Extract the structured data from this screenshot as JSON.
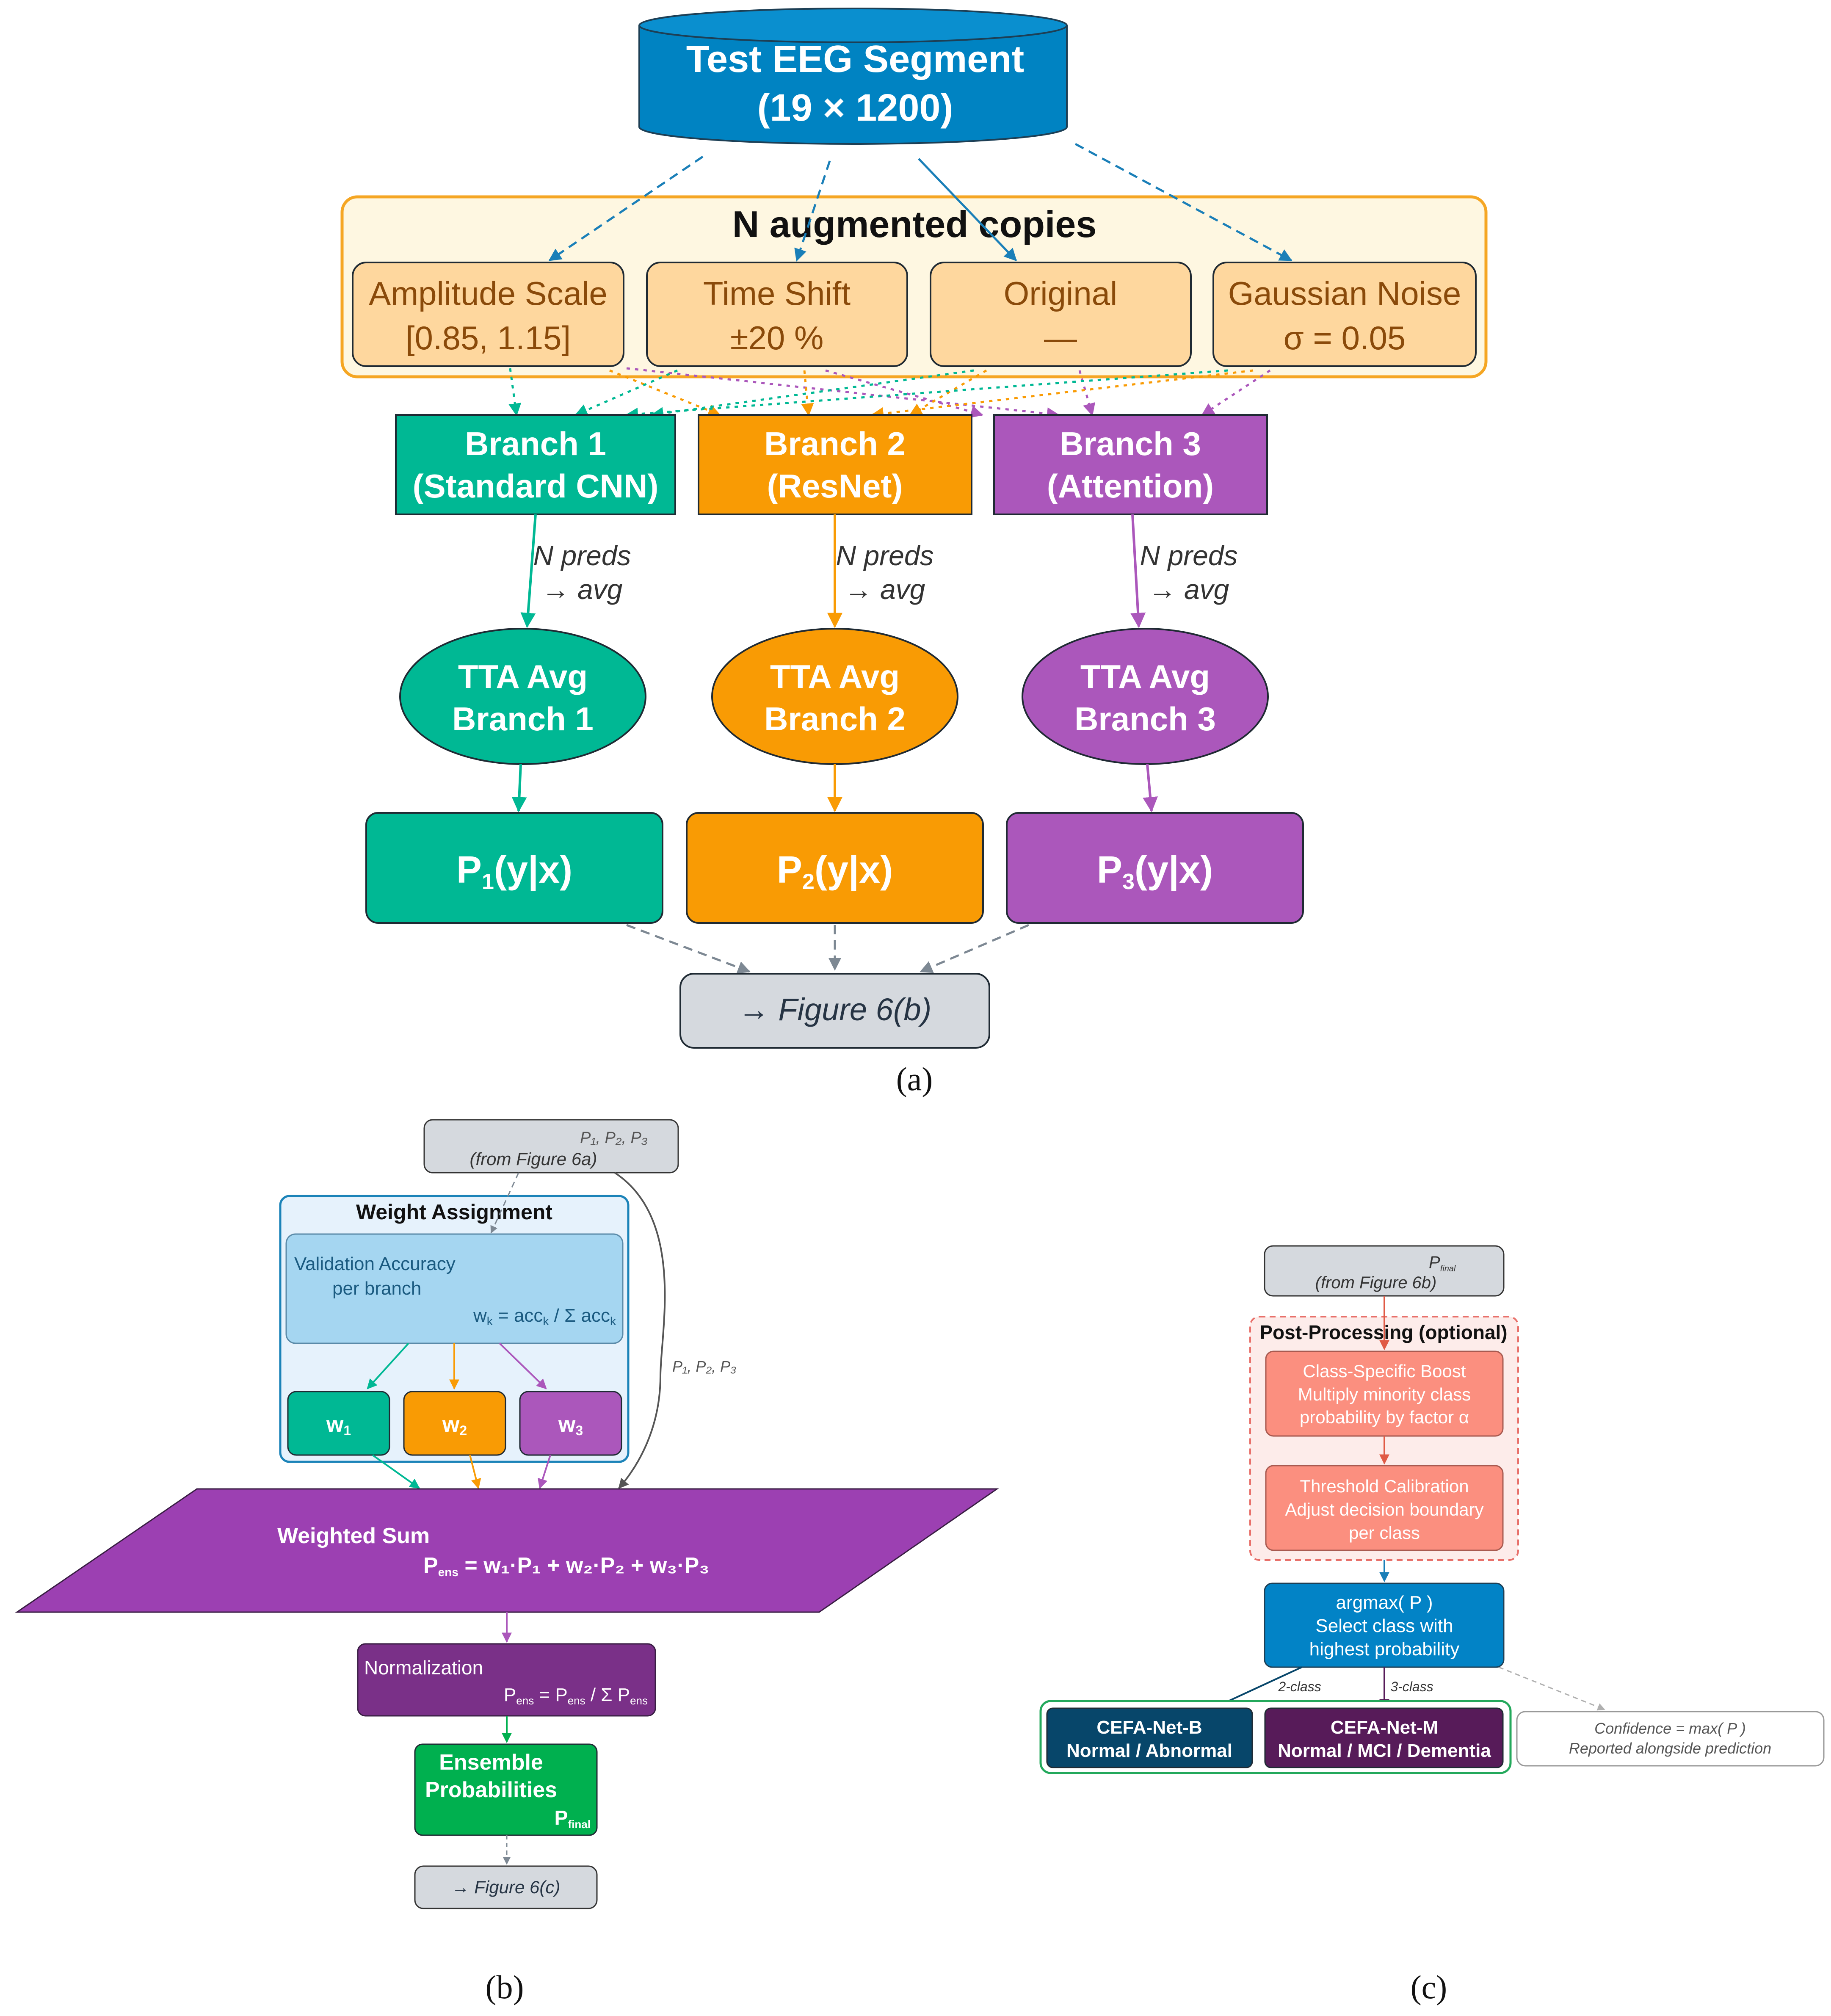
{
  "colors": {
    "blue": "#0083c2",
    "teal": "#00b894",
    "orange": "#f99b04",
    "purple": "#ab57bb",
    "cream_bg": "#fef7e1",
    "cream_border": "#f5a623",
    "aug_fill": "#fed79e",
    "aug_text": "#8a4a0a",
    "gray_box": "#d5d9de",
    "weighted_sum": "#9c40b2",
    "normalization": "#7a3088",
    "ensemble": "#00b04f",
    "light_blue_panel": "#e6f2fc",
    "val_acc_fill": "#a5d6f1",
    "salmon": "#fb8f7f",
    "argmax_blue": "#0283c6",
    "cefa_b": "#07466a",
    "cefa_m": "#571b59",
    "green_border": "#23a85b"
  },
  "panel_a": {
    "source": {
      "line1": "Test EEG Segment",
      "line2": "(19 × 1200)"
    },
    "augmented": {
      "title": "N augmented copies",
      "items": [
        {
          "line1": "Amplitude Scale",
          "line2": "[0.85, 1.15]"
        },
        {
          "line1": "Time Shift",
          "line2": "±20 %"
        },
        {
          "line1": "Original",
          "line2": "—"
        },
        {
          "line1": "Gaussian Noise",
          "line2": "σ = 0.05"
        }
      ]
    },
    "branches": [
      {
        "line1": "Branch 1",
        "line2": "(Standard CNN)"
      },
      {
        "line1": "Branch 2",
        "line2": "(ResNet)"
      },
      {
        "line1": "Branch 3",
        "line2": "(Attention)"
      }
    ],
    "edge_label": {
      "line1": "N preds",
      "line2": "→ avg"
    },
    "tta": [
      {
        "line1": "TTA Avg",
        "line2": "Branch 1"
      },
      {
        "line1": "TTA Avg",
        "line2": "Branch 2"
      },
      {
        "line1": "TTA Avg",
        "line2": "Branch 3"
      }
    ],
    "probs": [
      {
        "p": "P",
        "sub": "1",
        "rest": "(y|x)"
      },
      {
        "p": "P",
        "sub": "2",
        "rest": "(y|x)"
      },
      {
        "p": "P",
        "sub": "3",
        "rest": "(y|x)"
      }
    ],
    "next": "→ Figure 6(b)",
    "caption": "(a)"
  },
  "panel_b": {
    "input": {
      "line1": "P₁, P₂, P₃",
      "line2": "(from Figure 6a)"
    },
    "weight_assignment": {
      "title": "Weight Assignment",
      "val_line1": "Validation Accuracy",
      "val_line2": "per branch",
      "formula": {
        "w": "w",
        "k1": "k",
        "mid": " = acc",
        "k2": "k",
        "end": " / Σ acc",
        "k3": "k"
      }
    },
    "weights": [
      {
        "w": "w",
        "sub": "1"
      },
      {
        "w": "w",
        "sub": "2"
      },
      {
        "w": "w",
        "sub": "3"
      }
    ],
    "side_label": "P₁, P₂, P₃",
    "weighted_sum": {
      "title": "Weighted Sum",
      "formula": {
        "p": "P",
        "ens": "ens",
        "eq": " = w₁·P₁ + w₂·P₂ + w₃·P₃"
      }
    },
    "normalization": {
      "title": "Normalization",
      "formula": {
        "p": "P",
        "ens1": "ens",
        "eq": " = P",
        "ens2": "ens",
        "div": " / Σ P",
        "ens3": "ens"
      }
    },
    "ensemble": {
      "line1": "Ensemble",
      "line2": "Probabilities",
      "p": "P",
      "final": "final"
    },
    "next": "→ Figure 6(c)",
    "caption": "(b)"
  },
  "panel_c": {
    "input": {
      "p": "P",
      "final": "final",
      "line2": "(from Figure 6b)"
    },
    "post_processing": {
      "title": "Post-Processing  (optional)",
      "boost": [
        "Class-Specific Boost",
        "Multiply minority class",
        "probability by factor α"
      ],
      "threshold": [
        "Threshold Calibration",
        "Adjust decision boundary",
        "per class"
      ]
    },
    "argmax": [
      "argmax( P )",
      "Select class with",
      "highest probability"
    ],
    "edge_2class": "2-class",
    "edge_3class": "3-class",
    "outputs": [
      {
        "line1": "CEFA-Net-B",
        "line2": "Normal / Abnormal"
      },
      {
        "line1": "CEFA-Net-M",
        "line2": "Normal / MCI / Dementia"
      }
    ],
    "confidence": {
      "line1": "Confidence = max( P )",
      "line2": "Reported alongside prediction"
    },
    "caption": "(c)"
  }
}
